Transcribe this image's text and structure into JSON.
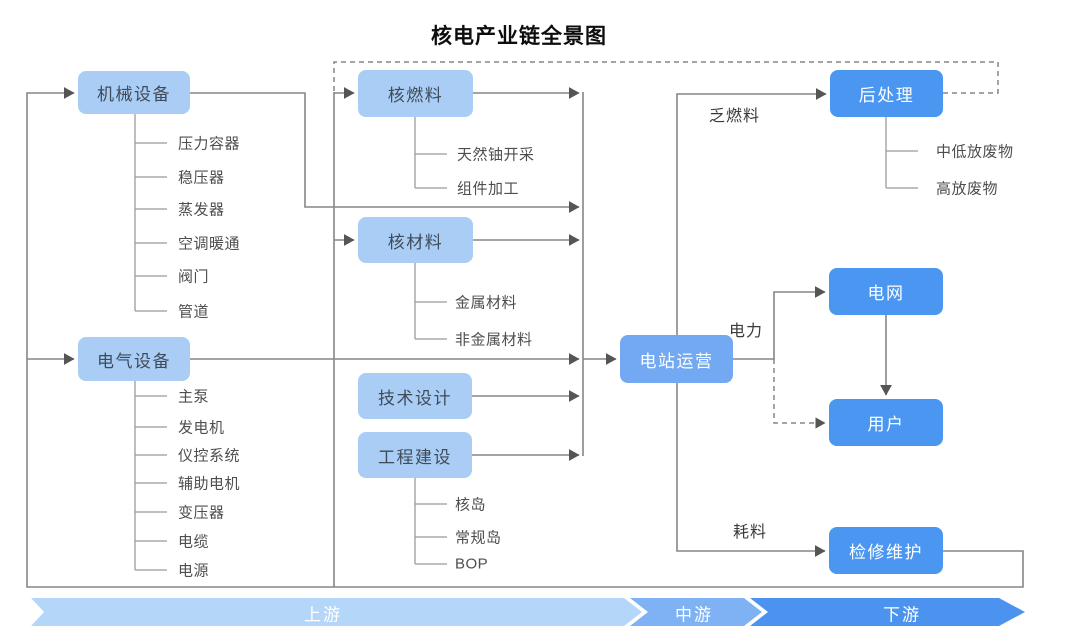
{
  "title": "核电产业链全景图",
  "columns": {
    "upstream_left": [
      {
        "label": "机械设备",
        "children": [
          "压力容器",
          "稳压器",
          "蒸发器",
          "空调暖通",
          "阀门",
          "管道"
        ]
      },
      {
        "label": "电气设备",
        "children": [
          "主泵",
          "发电机",
          "仪控系统",
          "辅助电机",
          "变压器",
          "电缆",
          "电源"
        ]
      }
    ],
    "upstream_mid": [
      {
        "label": "核燃料",
        "children": [
          "天然铀开采",
          "组件加工"
        ]
      },
      {
        "label": "核材料",
        "children": [
          "金属材料",
          "非金属材料"
        ]
      },
      {
        "label": "技术设计",
        "children": []
      },
      {
        "label": "工程建设",
        "children": [
          "核岛",
          "常规岛",
          "BOP"
        ]
      }
    ],
    "midstream": [
      {
        "label": "电站运营"
      }
    ],
    "downstream": [
      {
        "label": "后处理",
        "children": [
          "中低放废物",
          "高放废物"
        ]
      },
      {
        "label": "电网"
      },
      {
        "label": "用户"
      },
      {
        "label": "检修维护"
      }
    ]
  },
  "edge_labels": {
    "spent_fuel": "乏燃料",
    "electricity": "电力",
    "consumables": "耗料"
  },
  "bands": [
    {
      "label": "上游"
    },
    {
      "label": "中游"
    },
    {
      "label": "下游"
    }
  ],
  "colors": {
    "box_light": "#a9cdf4",
    "box_medium": "#72a9f2",
    "box_bright": "#4a96f0",
    "line_gray": "#868686",
    "band_upstream": "#b4d6f8",
    "band_midstream": "#7eb2f4",
    "band_downstream": "#4b93ef"
  }
}
